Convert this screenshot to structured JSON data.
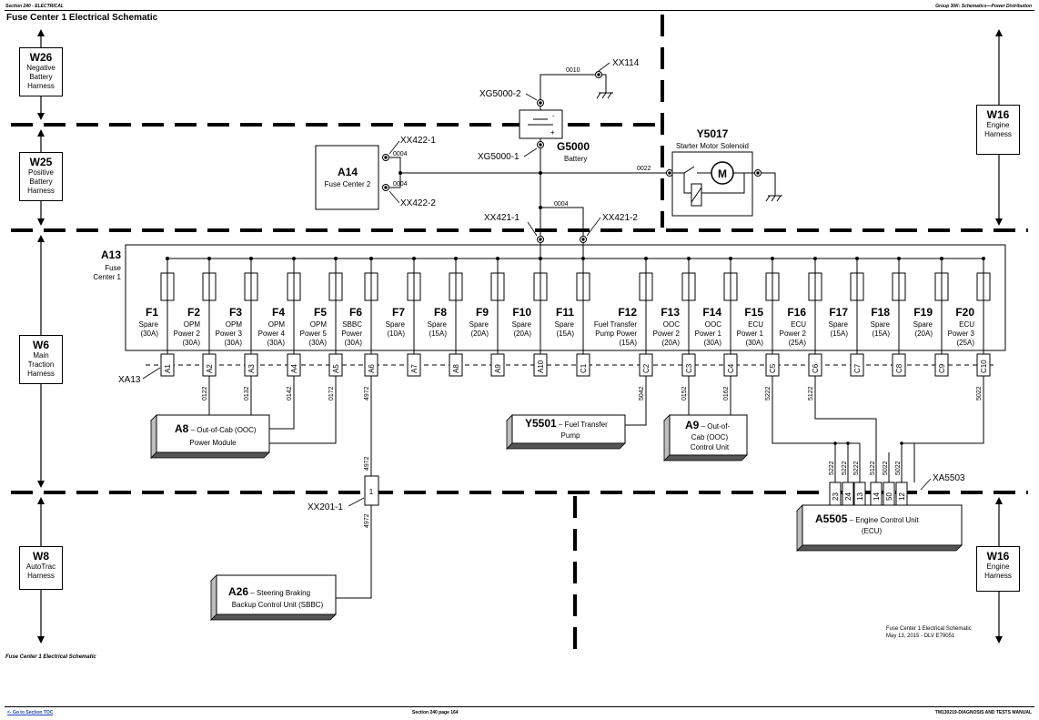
{
  "header": {
    "left": "Section 240 - ELECTRICAL",
    "right": "Group 30K: Schematics—Power Distribution"
  },
  "title": "Fuse Center 1 Electrical Schematic",
  "caption": "Fuse Center 1 Electrical Schematic",
  "stamp": {
    "line1": "Fuse Center 1 Electrical Schematic",
    "line2": "May 13, 2015 - DLV E79051"
  },
  "footer": {
    "link": "<- Go to Section TOC",
    "center": "Section 240 page 164",
    "right": "TM130219-DIAGNOSIS AND TESTS MANUAL"
  },
  "harnesses": [
    {
      "id": "W26",
      "name": "Negative\nBattery\nHarness"
    },
    {
      "id": "W25",
      "name": "Positive\nBattery\nHarness"
    },
    {
      "id": "W6",
      "name": "Main\nTraction\nHarness"
    },
    {
      "id": "W8",
      "name": "AutoTrac\nHarness"
    },
    {
      "id": "W16",
      "name": "Engine\nHarness"
    },
    {
      "id": "W16",
      "name": "Engine\nHarness"
    }
  ],
  "fuse_center": {
    "id": "A13",
    "name": "Fuse\nCenter 1",
    "connector": "XA13"
  },
  "fuses": [
    {
      "id": "F1",
      "lines": [
        "Spare",
        "(30A)"
      ],
      "pin": "A1"
    },
    {
      "id": "F2",
      "lines": [
        "OPM",
        "Power 2",
        "(30A)"
      ],
      "pin": "A2"
    },
    {
      "id": "F3",
      "lines": [
        "OPM",
        "Power 3",
        "(30A)"
      ],
      "pin": "A3"
    },
    {
      "id": "F4",
      "lines": [
        "OPM",
        "Power 4",
        "(30A)"
      ],
      "pin": "A4"
    },
    {
      "id": "F5",
      "lines": [
        "OPM",
        "Power 5",
        "(30A)"
      ],
      "pin": "A5"
    },
    {
      "id": "F6",
      "lines": [
        "SBBC",
        "Power",
        "(30A)"
      ],
      "pin": "A6"
    },
    {
      "id": "F7",
      "lines": [
        "Spare",
        "(10A)"
      ],
      "pin": "A7"
    },
    {
      "id": "F8",
      "lines": [
        "Spare",
        "(15A)"
      ],
      "pin": "A8"
    },
    {
      "id": "F9",
      "lines": [
        "Spare",
        "(20A)"
      ],
      "pin": "A9"
    },
    {
      "id": "F10",
      "lines": [
        "Spare",
        "(20A)"
      ],
      "pin": "A10"
    },
    {
      "id": "F11",
      "lines": [
        "Spare",
        "(15A)"
      ],
      "pin": "C1"
    },
    {
      "id": "F12",
      "lines": [
        "Fuel Transfer",
        "Pump Power",
        "(15A)"
      ],
      "pin": "C2"
    },
    {
      "id": "F13",
      "lines": [
        "OOC",
        "Power 2",
        "(20A)"
      ],
      "pin": "C3"
    },
    {
      "id": "F14",
      "lines": [
        "OOC",
        "Power 1",
        "(30A)"
      ],
      "pin": "C4"
    },
    {
      "id": "F15",
      "lines": [
        "ECU",
        "Power 1",
        "(30A)"
      ],
      "pin": "C5"
    },
    {
      "id": "F16",
      "lines": [
        "ECU",
        "Power 2",
        "(25A)"
      ],
      "pin": "C6"
    },
    {
      "id": "F17",
      "lines": [
        "Spare",
        "(15A)"
      ],
      "pin": "C7"
    },
    {
      "id": "F18",
      "lines": [
        "Spare",
        "(15A)"
      ],
      "pin": "C8"
    },
    {
      "id": "F19",
      "lines": [
        "Spare",
        "(20A)"
      ],
      "pin": "C9"
    },
    {
      "id": "F20",
      "lines": [
        "ECU",
        "Power 3",
        "(25A)"
      ],
      "pin": "C10"
    }
  ],
  "wires": {
    "w0122": "0122",
    "w0132": "0132",
    "w0142": "0142",
    "w0172": "0172",
    "w4972": "4972",
    "w5042": "5042",
    "w0152": "0152",
    "w0162": "0162",
    "w5222": "5222",
    "w5122": "5122",
    "w5022": "5022",
    "w0004": "0004",
    "w0010": "0010",
    "w0022": "0022"
  },
  "connectors": {
    "xx114": "XX114",
    "xg5000_2": "XG5000-2",
    "xg5000_1": "XG5000-1",
    "xx422_1": "XX422-1",
    "xx422_2": "XX422-2",
    "xx421_1": "XX421-1",
    "xx421_2": "XX421-2",
    "xx201_1": "XX201-1",
    "xx201_pin": "1",
    "xa5503": "XA5503"
  },
  "battery": {
    "id": "G5000",
    "name": "Battery",
    "minus": "-",
    "plus": "+"
  },
  "fuse_center_2": {
    "id": "A14",
    "name": "Fuse Center 2"
  },
  "starter": {
    "id": "Y5017",
    "name": "Starter Motor Solenoid",
    "motor": "M"
  },
  "components": {
    "a8": {
      "id": "A8",
      "name1": " – Out-of-Cab (OOC)",
      "name2": "Power Module"
    },
    "y5501": {
      "id": "Y5501",
      "name1": " – Fuel Transfer",
      "name2": "Pump"
    },
    "a9": {
      "id": "A9",
      "name1": " – Out-of-",
      "name2": "Cab (OOC)",
      "name3": "Control Unit"
    },
    "a26": {
      "id": "A26",
      "name1": " – Steering Braking",
      "name2": "Backup Control Unit (SBBC)"
    },
    "a5505": {
      "id": "A5505",
      "name1": " – Engine Control Unit",
      "name2": "(ECU)"
    }
  },
  "ecu_pins": [
    {
      "wire": "5222",
      "pin": "23"
    },
    {
      "wire": "5222",
      "pin": "24"
    },
    {
      "wire": "5222",
      "pin": "13"
    },
    {
      "wire": "5122",
      "pin": "14"
    },
    {
      "wire": "5022",
      "pin": "50"
    },
    {
      "wire": "5022",
      "pin": "12"
    }
  ]
}
